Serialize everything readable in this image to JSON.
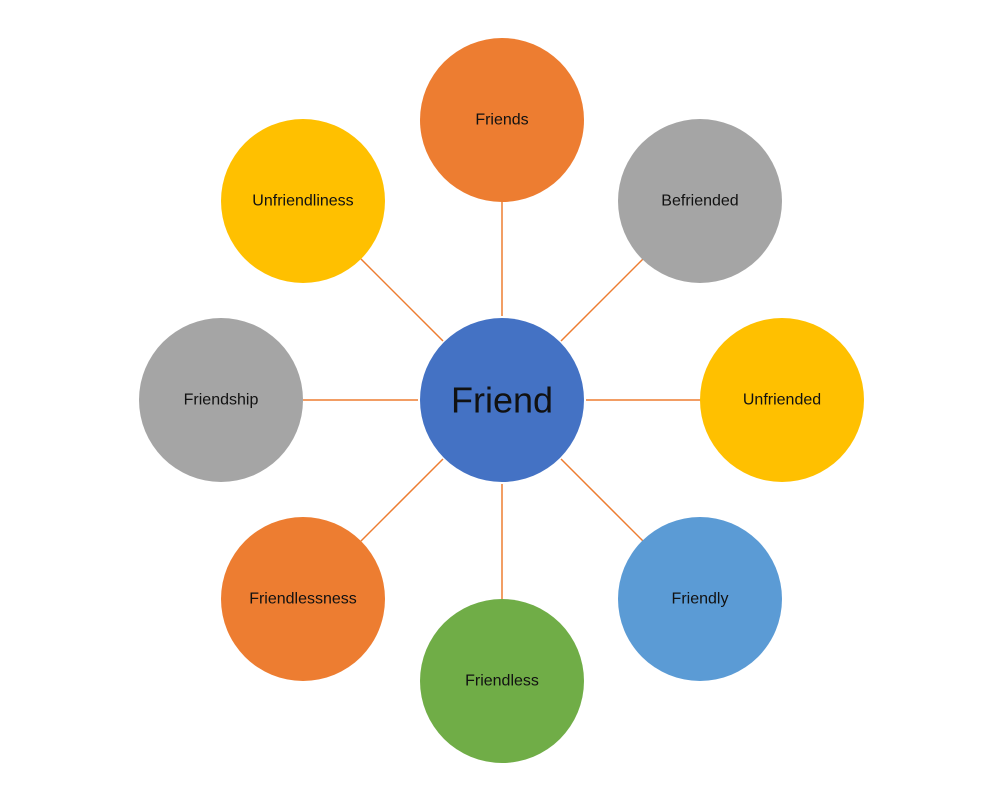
{
  "diagram": {
    "line_color": "#ED7D31",
    "center": {
      "label": "Friend",
      "color": "#4472C4"
    },
    "nodes": [
      {
        "label": "Friends",
        "color": "#ED7D31"
      },
      {
        "label": "Befriended",
        "color": "#A5A5A5"
      },
      {
        "label": "Unfriended",
        "color": "#FFC000"
      },
      {
        "label": "Friendly",
        "color": "#5B9BD5"
      },
      {
        "label": "Friendless",
        "color": "#70AD47"
      },
      {
        "label": "Friendlessness",
        "color": "#ED7D31"
      },
      {
        "label": "Friendship",
        "color": "#A5A5A5"
      },
      {
        "label": "Unfriendliness",
        "color": "#FFC000"
      }
    ]
  }
}
